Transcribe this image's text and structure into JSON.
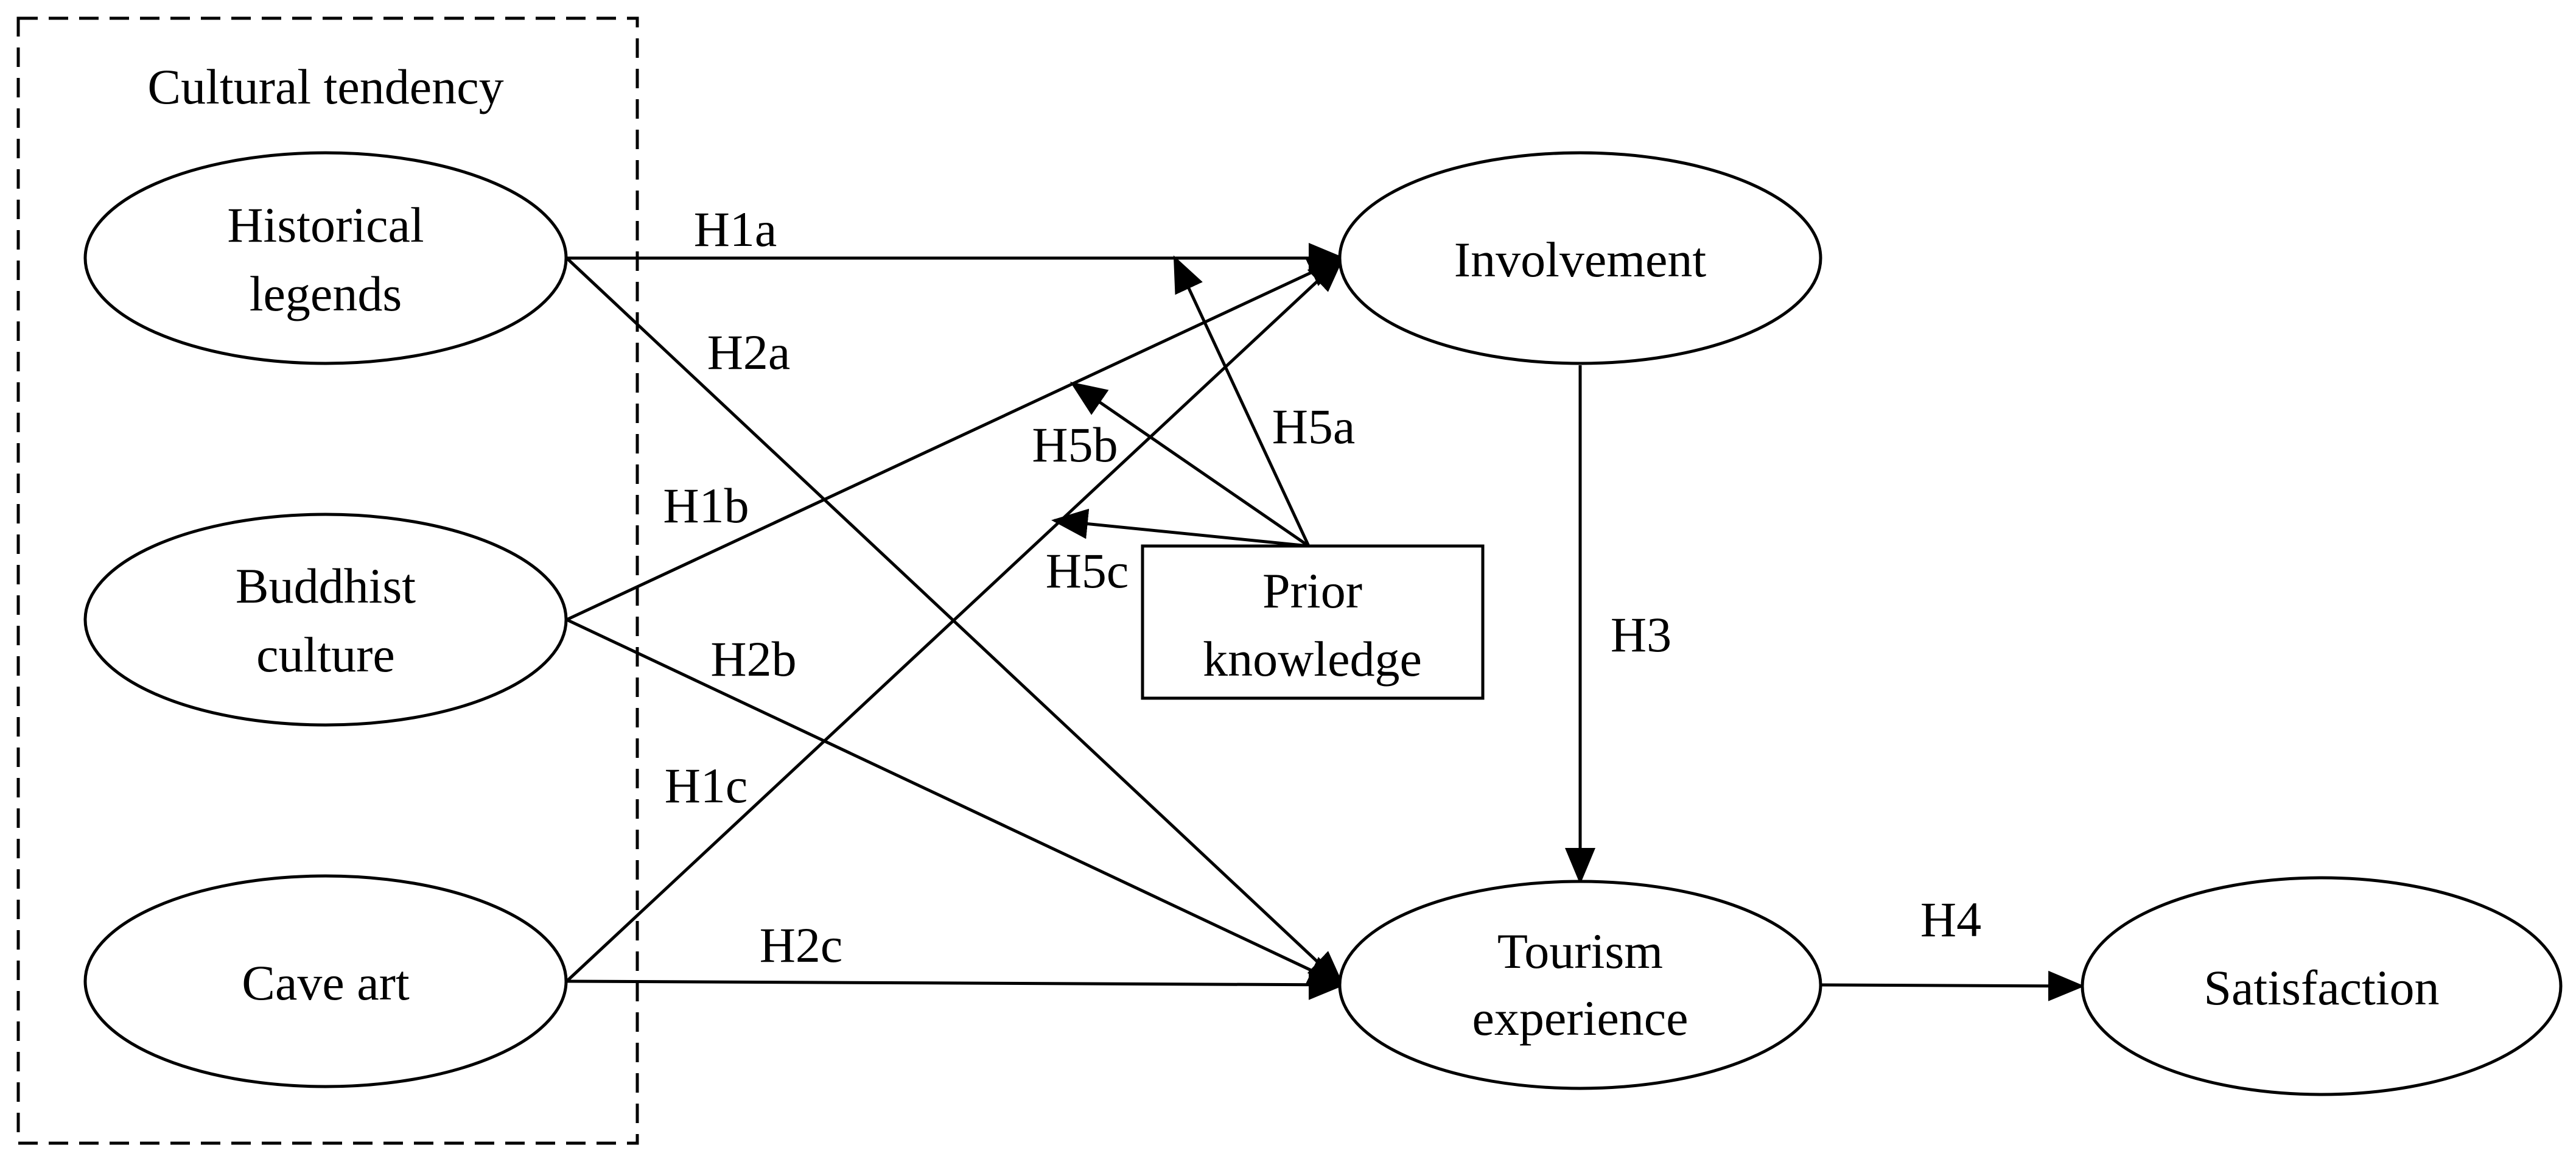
{
  "group": {
    "title": "Cultural tendency"
  },
  "nodes": {
    "historical_legends": {
      "lines": [
        "Historical",
        "legends"
      ]
    },
    "buddhist_culture": {
      "lines": [
        "Buddhist",
        "culture"
      ]
    },
    "cave_art": {
      "lines": [
        "Cave art"
      ]
    },
    "involvement": {
      "lines": [
        "Involvement"
      ]
    },
    "tourism_experience": {
      "lines": [
        "Tourism",
        "experience"
      ]
    },
    "satisfaction": {
      "lines": [
        "Satisfaction"
      ]
    },
    "prior_knowledge": {
      "lines": [
        "Prior",
        "knowledge"
      ]
    }
  },
  "edges": {
    "h1a": "H1a",
    "h1b": "H1b",
    "h1c": "H1c",
    "h2a": "H2a",
    "h2b": "H2b",
    "h2c": "H2c",
    "h3": "H3",
    "h4": "H4",
    "h5a": "H5a",
    "h5b": "H5b",
    "h5c": "H5c"
  }
}
